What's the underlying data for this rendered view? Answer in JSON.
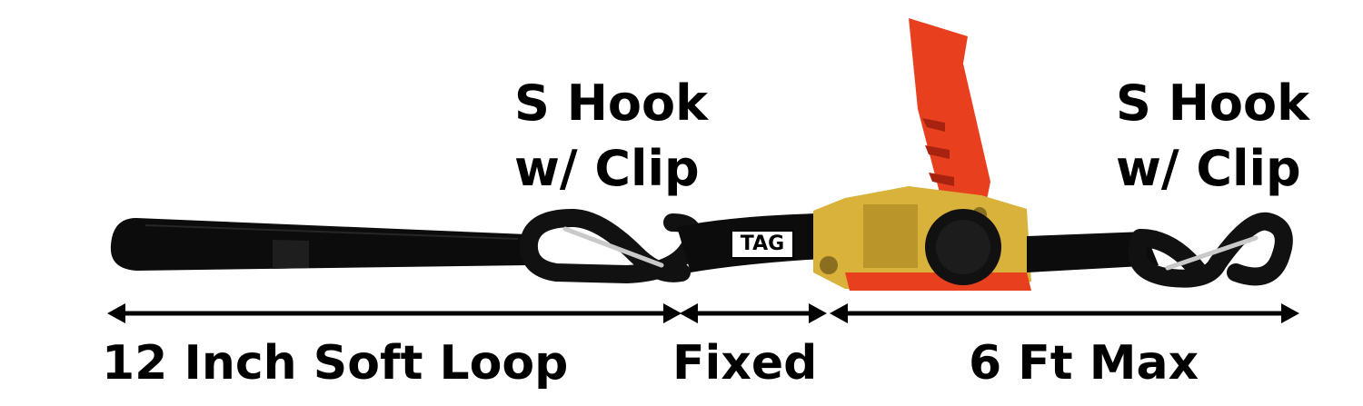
{
  "labels": {
    "left_hook_line1": "S Hook",
    "left_hook_line2": "w/ Clip",
    "right_hook_line1": "S Hook",
    "right_hook_line2": "w/ Clip",
    "tag": "TAG",
    "loop_dimension": "12 Inch Soft Loop",
    "fixed_dimension": "Fixed",
    "max_dimension": "6 Ft Max"
  },
  "colors": {
    "strap": "#0c0c0c",
    "hook_coating": "#111111",
    "clip": "#c9c9c9",
    "handle": "#e8401f",
    "handle_dark": "#a8230f",
    "ratchet_metal": "#d8b23a",
    "text": "#000000",
    "background": "#ffffff"
  }
}
